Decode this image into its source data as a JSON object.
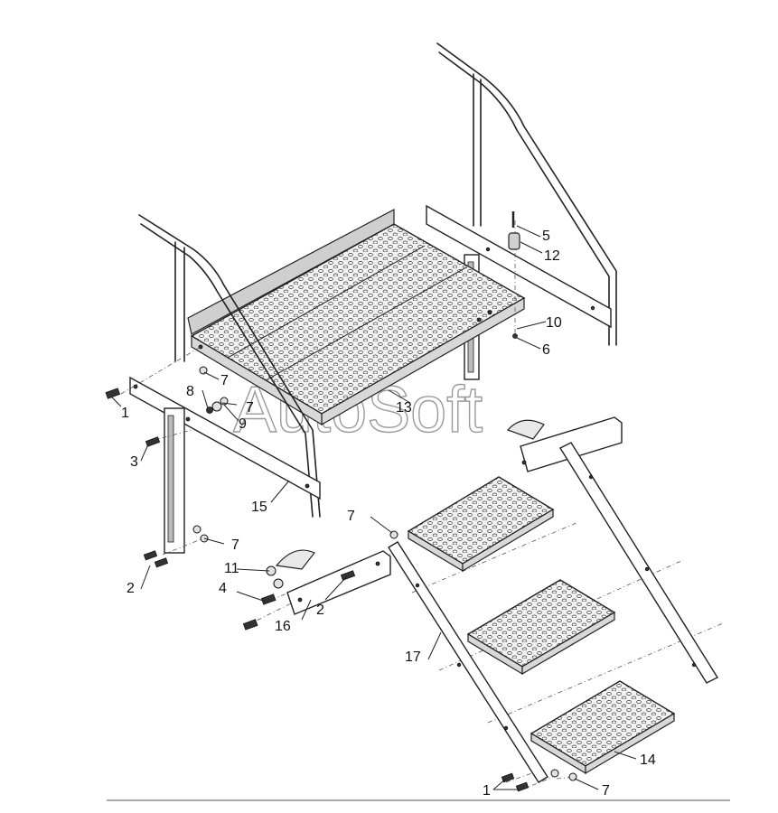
{
  "watermark": "AutoSoft",
  "callouts": {
    "c1a": "1",
    "c1b": "1",
    "c2a": "2",
    "c2b": "2",
    "c3": "3",
    "c4": "4",
    "c5": "5",
    "c6": "6",
    "c7a": "7",
    "c7b": "7",
    "c7c": "7",
    "c7d": "7",
    "c7e": "7",
    "c8": "8",
    "c9": "9",
    "c10": "10",
    "c11": "11",
    "c12": "12",
    "c13": "13",
    "c14": "14",
    "c15": "15",
    "c16": "16",
    "c17": "17"
  }
}
